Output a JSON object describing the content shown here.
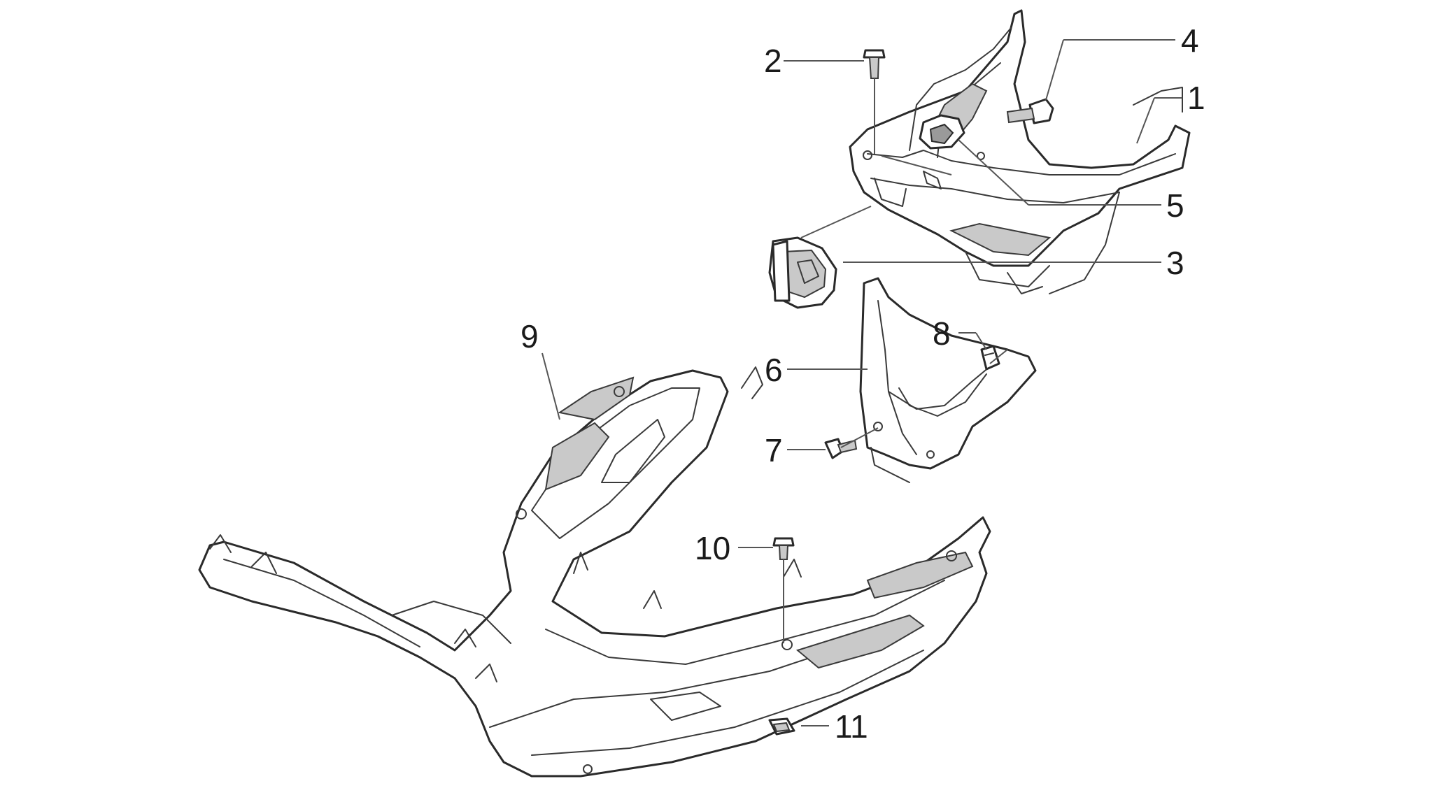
{
  "callouts": [
    {
      "id": "1",
      "label": "1"
    },
    {
      "id": "2",
      "label": "2"
    },
    {
      "id": "3",
      "label": "3"
    },
    {
      "id": "4",
      "label": "4"
    },
    {
      "id": "5",
      "label": "5"
    },
    {
      "id": "6",
      "label": "6"
    },
    {
      "id": "7",
      "label": "7"
    },
    {
      "id": "8",
      "label": "8"
    },
    {
      "id": "9",
      "label": "9"
    },
    {
      "id": "10",
      "label": "10"
    },
    {
      "id": "11",
      "label": "11"
    }
  ],
  "colors": {
    "line": "#2a2a2a",
    "background": "#ffffff",
    "shading": "#c9c9c9"
  }
}
